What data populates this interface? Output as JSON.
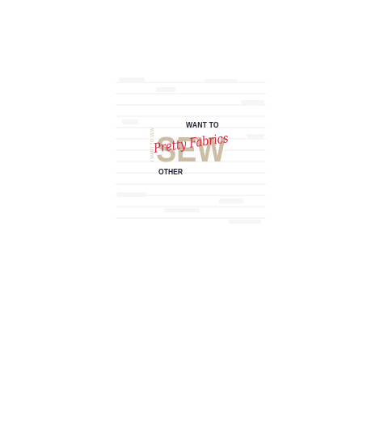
{
  "logo": {
    "word_primary": "SEW",
    "word_script": "Pretty Fabrics",
    "headline_top": "WANT TO",
    "headline_bottom": "OTHER",
    "vertical_tag": "I WANT TO SEW"
  },
  "colors": {
    "background": "#ffffff",
    "navy": "#1d2136",
    "tan": "#ccbda5",
    "red": "#d4203d",
    "faint_pattern": "#f4f4f4"
  }
}
